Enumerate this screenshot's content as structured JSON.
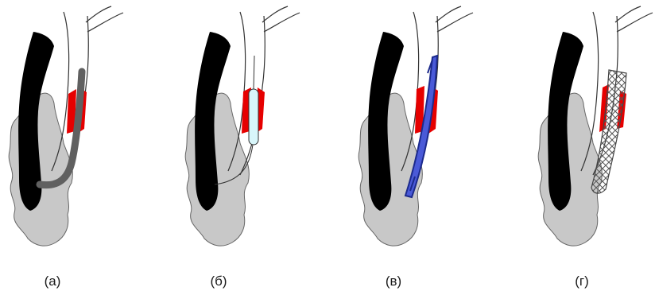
{
  "colors": {
    "background": "#ffffff",
    "pancreas": "#c8c8c8",
    "duodenoscope": "#000000",
    "stricture": "#e60000",
    "duct_outline": "#333333",
    "guidewire_catheter": "#606060",
    "balloon": "#d8f6fa",
    "plastic_stent": "#1c2a8c",
    "metal_stent_mesh": "#555555"
  },
  "panels": [
    {
      "label": "(а)",
      "device_icon": "catheter-icon"
    },
    {
      "label": "(б)",
      "device_icon": "balloon-dilator-icon"
    },
    {
      "label": "(в)",
      "device_icon": "plastic-stent-icon"
    },
    {
      "label": "(г)",
      "device_icon": "metal-mesh-stent-icon"
    }
  ]
}
